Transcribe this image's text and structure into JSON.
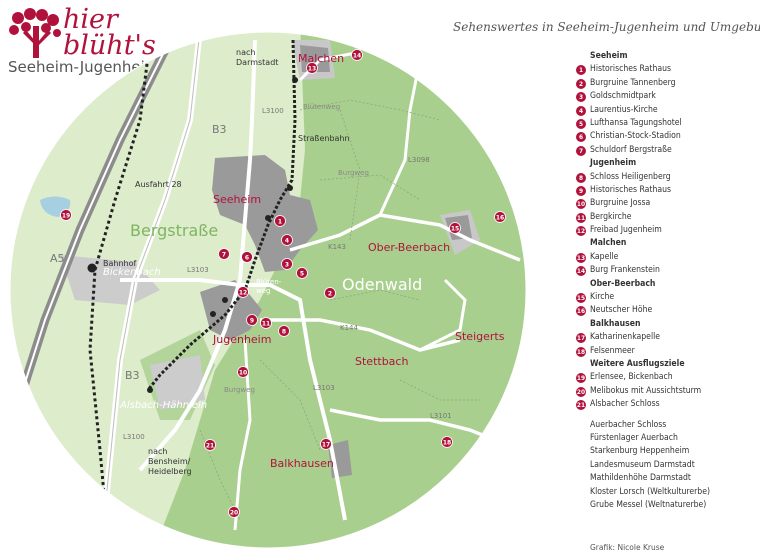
{
  "logo": {
    "word1": "hier",
    "word2": "blüht's",
    "subtitle": "Seeheim-Jugenheim"
  },
  "legend": {
    "title": "Sehenswertes in Seeheim-Jugenheim und Umgebung",
    "groups": [
      {
        "heading": "Seeheim",
        "items": [
          {
            "num": "1",
            "label": "Historisches Rathaus"
          },
          {
            "num": "2",
            "label": "Burgruine Tannenberg"
          },
          {
            "num": "3",
            "label": "Goldschmidtpark"
          },
          {
            "num": "4",
            "label": "Laurentius-Kirche"
          },
          {
            "num": "5",
            "label": "Lufthansa Tagungshotel"
          },
          {
            "num": "6",
            "label": "Christian-Stock-Stadion"
          },
          {
            "num": "7",
            "label": "Schuldorf Bergstraße"
          }
        ]
      },
      {
        "heading": "Jugenheim",
        "items": [
          {
            "num": "8",
            "label": "Schloss Heiligenberg"
          },
          {
            "num": "9",
            "label": "Historisches Rathaus"
          },
          {
            "num": "10",
            "label": "Burgruine Jossa"
          },
          {
            "num": "11",
            "label": "Bergkirche"
          },
          {
            "num": "12",
            "label": "Freibad Jugenheim"
          }
        ]
      },
      {
        "heading": "Malchen",
        "items": [
          {
            "num": "13",
            "label": "Kapelle"
          },
          {
            "num": "14",
            "label": "Burg Frankenstein"
          }
        ]
      },
      {
        "heading": "Ober-Beerbach",
        "items": [
          {
            "num": "15",
            "label": "Kirche"
          },
          {
            "num": "16",
            "label": "Neutscher Höhe"
          }
        ]
      },
      {
        "heading": "Balkhausen",
        "items": [
          {
            "num": "17",
            "label": "Katharinenkapelle"
          },
          {
            "num": "18",
            "label": "Felsenmeer"
          }
        ]
      },
      {
        "heading": "Weitere Ausflugsziele",
        "items": [
          {
            "num": "19",
            "label": "Erlensee, Bickenbach"
          },
          {
            "num": "20",
            "label": "Melibokus mit Aussichtsturm"
          },
          {
            "num": "21",
            "label": "Alsbacher Schloss"
          }
        ]
      }
    ],
    "extras": [
      "Auerbacher Schloss",
      "Fürstenlager Auerbach",
      "Starkenburg Heppenheim",
      "Landesmuseum Darmstadt",
      "Mathildenhöhe Darmstadt",
      "Kloster Lorsch (Weltkulturerbe)",
      "Grube Messel (Weltnaturerbe)"
    ]
  },
  "credit": "Grafik: Nicole Kruse",
  "map": {
    "towns": {
      "malchen": "Malchen",
      "seeheim": "Seeheim",
      "ober_beerbach": "Ober-Beerbach",
      "jugenheim": "Jugenheim",
      "stettbach": "Stettbach",
      "steigerts": "Steigerts",
      "balkhausen": "Balkhausen"
    },
    "regions": {
      "bergstrasse": "Bergstraße",
      "odenwald": "Odenwald",
      "bickenbach": "Bickenbach",
      "alsbach": "Alsbach-Hähnlein"
    },
    "roads": {
      "b3_north": "B3",
      "b3_south": "B3",
      "a5": "A5",
      "l3100_north": "L3100",
      "l3100_south": "L3100",
      "l3098": "L3098",
      "l3103_west": "L3103",
      "l3103_south": "L3103",
      "l3101": "L3101",
      "k143": "K143",
      "k144": "K144"
    },
    "streets": {
      "bluetenweg_north": "Blütenweg",
      "bluetenweg_mid_1": "Blüten-",
      "bluetenweg_mid_2": "weg",
      "burgweg_east": "Burgweg",
      "burgweg_south": "Burgweg"
    },
    "labels": {
      "nach_darmstadt_1": "nach",
      "nach_darmstadt_2": "Darmstadt",
      "strassenbahn": "Straßenbahn",
      "ausfahrt": "Ausfahrt 28",
      "bahnhof": "Bahnhof",
      "nach_bensheim_1": "nach",
      "nach_bensheim_2": "Bensheim/",
      "nach_bensheim_3": "Heidelberg"
    },
    "markers": [
      {
        "num": "1"
      },
      {
        "num": "2"
      },
      {
        "num": "3"
      },
      {
        "num": "4"
      },
      {
        "num": "5"
      },
      {
        "num": "6"
      },
      {
        "num": "7"
      },
      {
        "num": "8"
      },
      {
        "num": "9"
      },
      {
        "num": "10"
      },
      {
        "num": "11"
      },
      {
        "num": "12"
      },
      {
        "num": "13"
      },
      {
        "num": "14"
      },
      {
        "num": "15"
      },
      {
        "num": "16"
      },
      {
        "num": "17"
      },
      {
        "num": "18"
      },
      {
        "num": "19"
      },
      {
        "num": "20"
      },
      {
        "num": "21"
      }
    ]
  }
}
